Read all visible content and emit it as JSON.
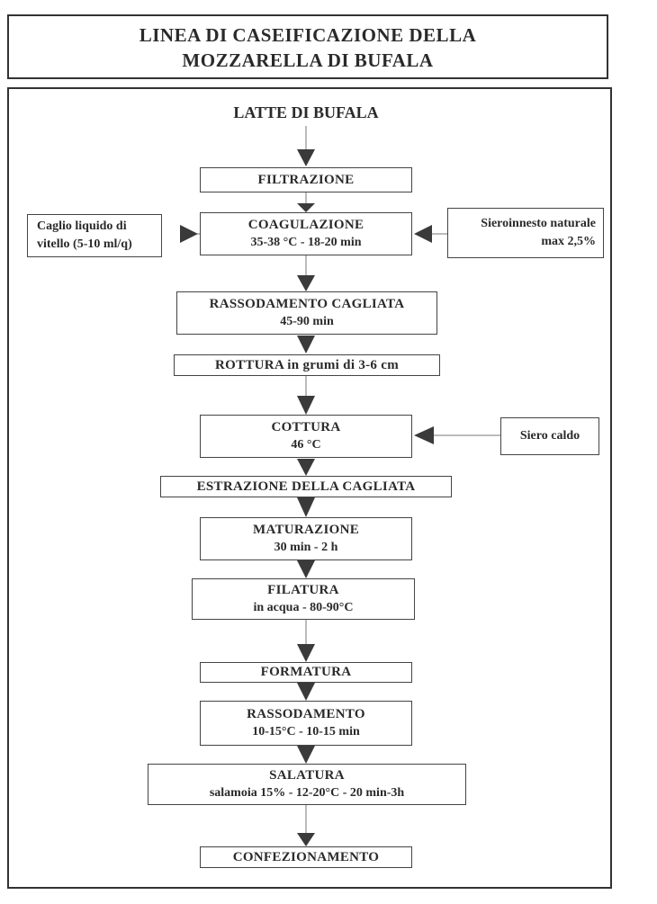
{
  "title": {
    "line1": "LINEA DI CASEIFICAZIONE DELLA",
    "line2": "MOZZARELLA DI BUFALA"
  },
  "start": "LATTE DI BUFALA",
  "steps": [
    {
      "main": "FILTRAZIONE",
      "sub": ""
    },
    {
      "main": "COAGULAZIONE",
      "sub": "35-38 °C - 18-20 min"
    },
    {
      "main": "RASSODAMENTO CAGLIATA",
      "sub": "45-90 min"
    },
    {
      "main": "ROTTURA in grumi di 3-6 cm",
      "sub": ""
    },
    {
      "main": "COTTURA",
      "sub": "46 °C"
    },
    {
      "main": "ESTRAZIONE DELLA CAGLIATA",
      "sub": ""
    },
    {
      "main": "MATURAZIONE",
      "sub": "30 min - 2 h"
    },
    {
      "main": "FILATURA",
      "sub": "in acqua - 80-90°C"
    },
    {
      "main": "FORMATURA",
      "sub": ""
    },
    {
      "main": "RASSODAMENTO",
      "sub": "10-15°C - 10-15 min"
    },
    {
      "main": "SALATURA",
      "sub": "salamoia 15% -  12-20°C - 20 min-3h"
    },
    {
      "main": "CONFEZIONAMENTO",
      "sub": ""
    }
  ],
  "inputs": {
    "caglio": {
      "line1": "Caglio liquido di",
      "line2": "vitello (5-10 ml/q)"
    },
    "sieroinnesto": {
      "line1": "Sieroinnesto naturale",
      "line2": "max 2,5%"
    },
    "siero_caldo": {
      "line1": "Siero caldo"
    }
  }
}
